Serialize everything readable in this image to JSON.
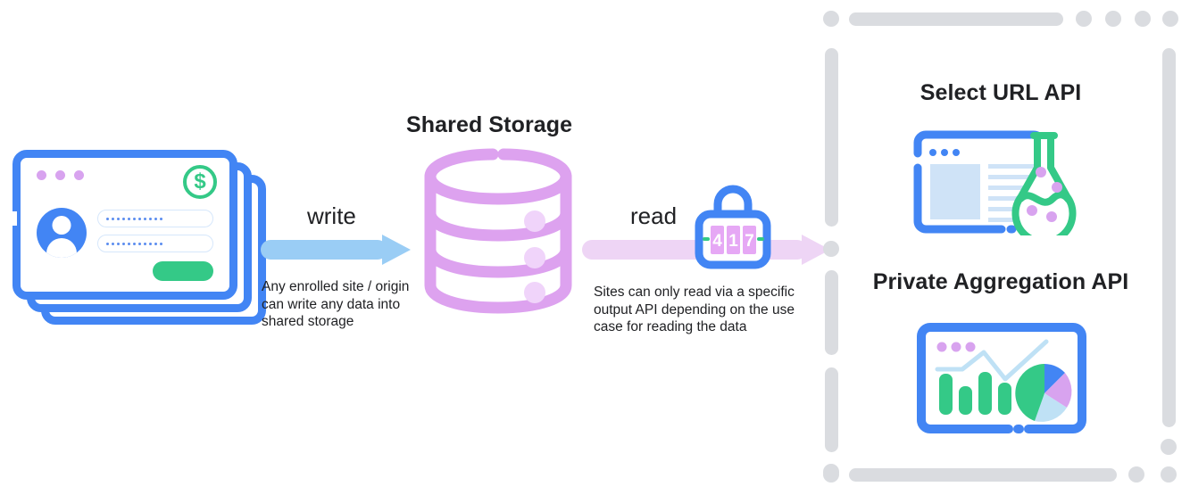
{
  "diagram": {
    "title": "Shared Storage write and read flow",
    "center": {
      "label": "Shared Storage"
    },
    "write": {
      "label": "write",
      "caption": "Any enrolled site / origin can write any data into shared storage",
      "arrow_color": "#9acdf5",
      "icon": "right-arrow"
    },
    "read": {
      "label": "read",
      "caption": "Sites can only read via a specific output API depending on the use case for reading the data",
      "arrow_color": "#eed5f5",
      "icon": "right-arrow"
    },
    "lock": {
      "icon": "combination-lock-icon",
      "digits": [
        "4",
        "1",
        "7"
      ]
    },
    "source": {
      "icon": "stacked-login-cards-icon",
      "window_dots": 3,
      "badge_icon": "dollar-coin-icon",
      "badge_symbol": "$",
      "avatar_icon": "user-avatar-icon",
      "password_fields": 2,
      "submit_icon": "submit-button"
    },
    "database": {
      "icon": "database-cylinder-icon",
      "tiers": 3,
      "color": "#dda2ef"
    },
    "outputs": [
      {
        "title": "Select URL API",
        "icon": "browser-flask-icon"
      },
      {
        "title": "Private Aggregation API",
        "icon": "browser-charts-icon"
      }
    ],
    "colors": {
      "blue": "#4285f4",
      "green": "#34c987",
      "purple": "#dda2ef",
      "light_blue": "#9acdf5",
      "light_purple": "#eed5f5",
      "gray_border": "#dadce0",
      "text": "#202124"
    }
  }
}
